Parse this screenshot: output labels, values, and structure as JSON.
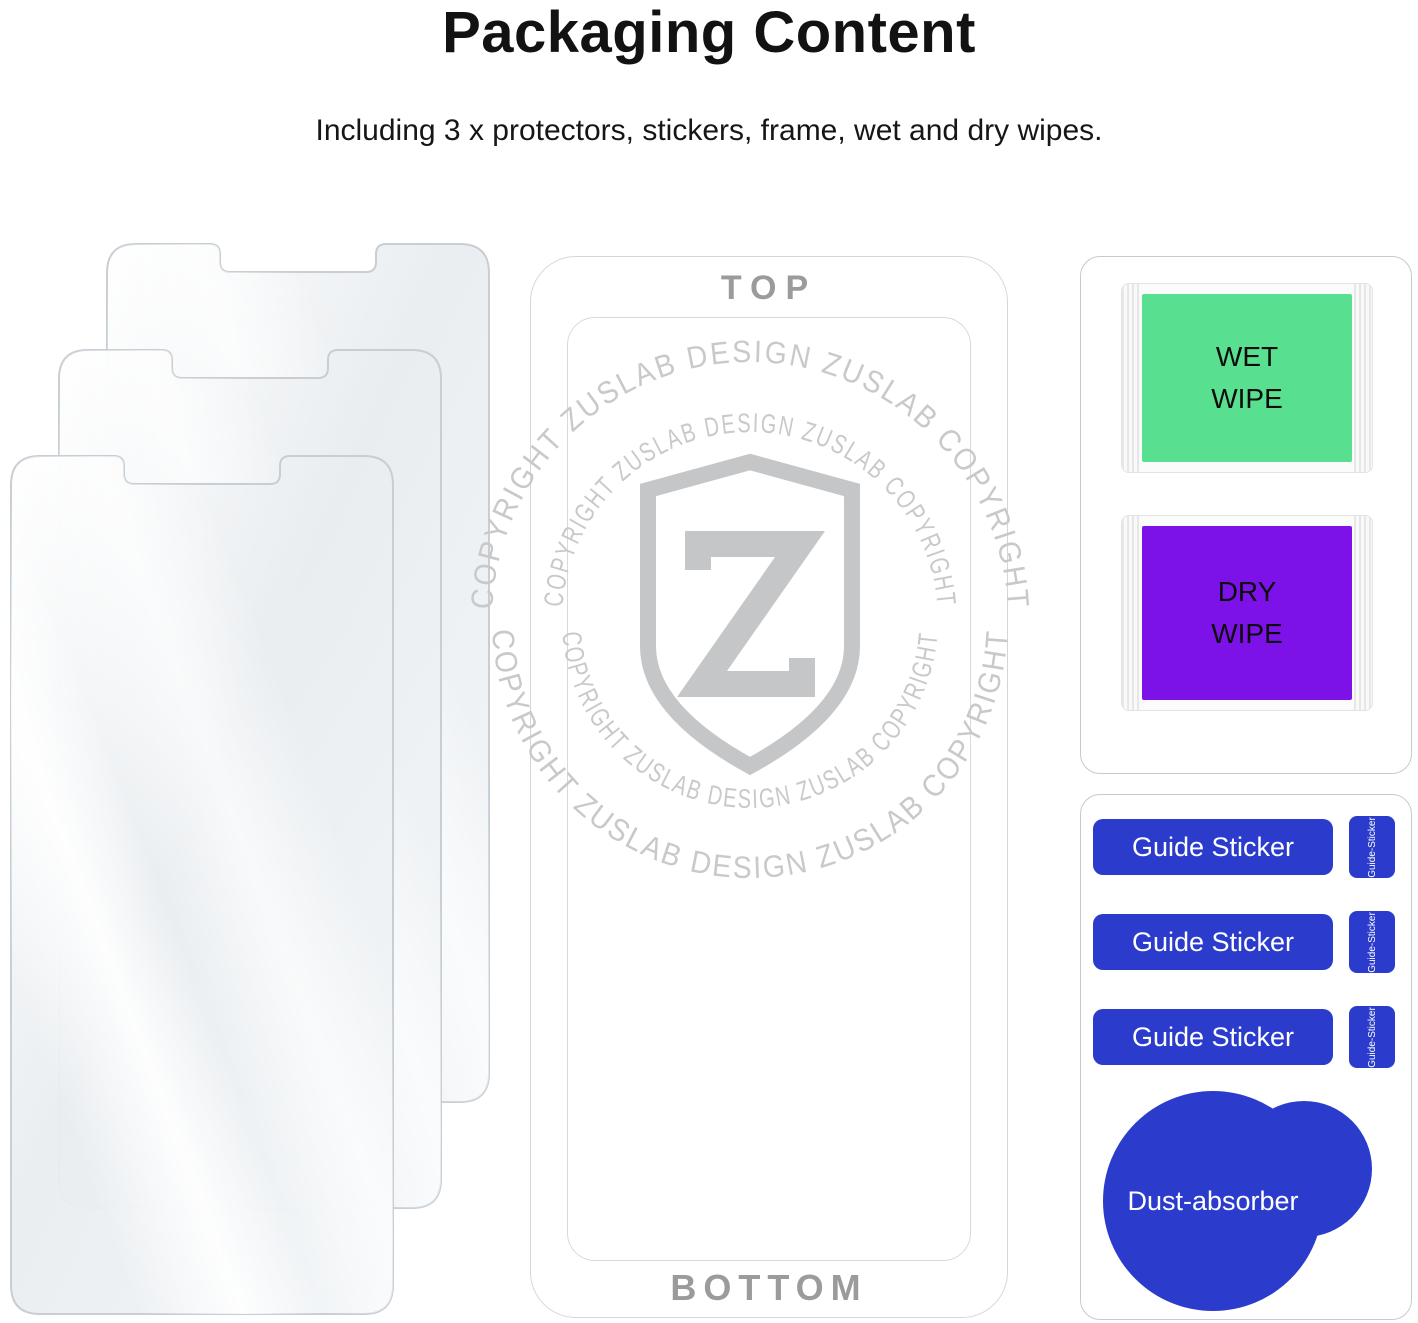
{
  "page": {
    "title": "Packaging Content",
    "subtitle": "Including 3 x protectors, stickers, frame, wet and dry wipes."
  },
  "protectors": {
    "count": 3
  },
  "frame": {
    "top_label": "TOP",
    "bottom_label": "BOTTOM"
  },
  "watermark": {
    "arc_text": "COPYRIGHT   ZUSLAB DESIGN   ZUSLAB COPYRIGHT",
    "logo_name": "zuslab-z-shield"
  },
  "wipes_card": {
    "wet_wipe": {
      "line1": "WET",
      "line2": "WIPE",
      "color": "#58e090"
    },
    "dry_wipe": {
      "line1": "DRY",
      "line2": "WIPE",
      "color": "#7d12e8"
    }
  },
  "stickers_card": {
    "accent_color": "#2b3ccd",
    "guide_stickers": [
      {
        "label": "Guide Sticker",
        "tab_label": "Guide-Sticker"
      },
      {
        "label": "Guide Sticker",
        "tab_label": "Guide-Sticker"
      },
      {
        "label": "Guide Sticker",
        "tab_label": "Guide-Sticker"
      }
    ],
    "dust_absorber": {
      "label": "Dust-absorber"
    }
  }
}
